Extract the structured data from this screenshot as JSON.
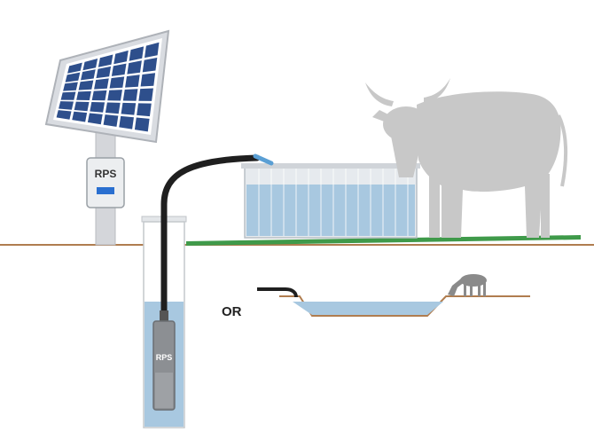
{
  "controller": {
    "label": "RPS"
  },
  "pump": {
    "label": "RPS"
  },
  "alternative": {
    "label": "OR"
  },
  "colors": {
    "ground": "#b07d4f",
    "grass": "#3f9a4a",
    "water": "#a8c8e0",
    "water_dark": "#8fb6d6",
    "panel_cell": "#2e4f8c",
    "panel_frame": "#c8ccd2",
    "cow": "#c8c8c8",
    "hose": "#1f1f1f",
    "controller_screen": "#2a6fd0"
  },
  "icons": [
    "solar-panel-icon",
    "controller-box-icon",
    "submersible-pump-icon",
    "water-tank-icon",
    "cow-icon",
    "pond-icon",
    "calf-icon"
  ]
}
